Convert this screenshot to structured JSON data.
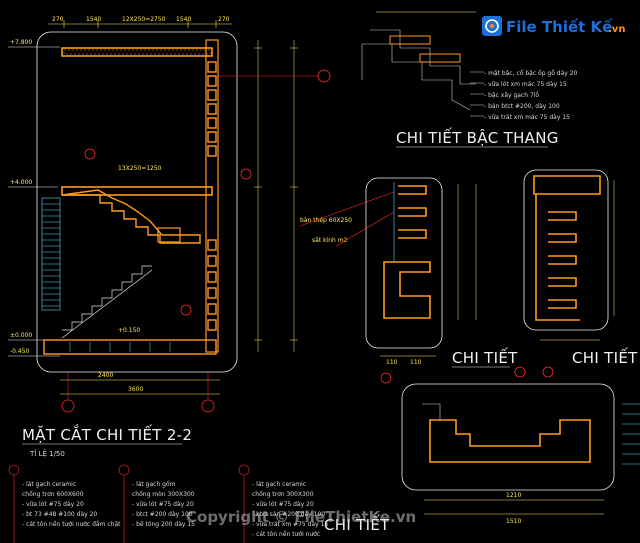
{
  "brand": {
    "name": "File Thiết Kế",
    "suffix": ".vn",
    "copyright": "Copyright © FileThietKe.vn"
  },
  "titles": {
    "section": "MẶT CẮT CHI TIẾT 2-2",
    "scale": "TỈ LỆ 1/50",
    "stair_detail": "CHI TIẾT BẬC THANG",
    "detail_a": "CHI TIẾT",
    "detail_b": "CHI TIẾT",
    "detail_c": "CHI TIẾT"
  },
  "levels": {
    "top": "+7.800",
    "mid": "+4.000",
    "ground": "±0.000",
    "base": "-0.450",
    "landing": "+0.150"
  },
  "dimensions": {
    "top_a": "270",
    "top_b": "1540",
    "top_c": "12X250=2750",
    "top_d": "1540",
    "top_e": "270",
    "stair_run": "13X250=1250",
    "bottom_a": "2400",
    "bottom_b": "3600",
    "d_right_a": "1210",
    "d_right_b": "1510",
    "d_right_c": "110",
    "d_right_d": "110"
  },
  "callouts": {
    "handrail_a": "bản thép 60X250",
    "handrail_b": "sắt kính m2"
  },
  "stair_notes": [
    "- mặt bậc, cổ bậc ốp gỗ dày 20",
    "- vữa lót xm mác 75 dày 15",
    "- bậc xây gạch 7lỗ",
    "- bản btct #200, dày 100",
    "- vữa trát xm mác 75 dày 15"
  ],
  "floor_notes_1": [
    "- lát gạch ceramic",
    "  chống trơn 600X600",
    "- vữa lót #75 dày 20",
    "- bt 73 #48 #100 dày 20",
    "- cát tôn nền tưới nước đầm chặt"
  ],
  "floor_notes_2": [
    "- lát gạch gốm",
    "  chống mòn 300X300",
    "- vữa lót #75 dày 20",
    "- btct #200 dày 100",
    "- bê tông 200 dày 15"
  ],
  "floor_notes_3": [
    "- lát gạch ceramic",
    "  chống trơn 300X300",
    "- vữa lót #75 dày 20",
    "- btct sàn #200 dày 100",
    "- vữa trát xm #75 dày 15",
    "- cát tôn nền tưới nước"
  ],
  "colors": {
    "background": "#000000",
    "concrete": "#ff9a1e",
    "frame": "#f0f0f0",
    "dimension": "#ffe85a",
    "axis": "#ff2a2a",
    "hatch": "#5ad8ff",
    "cut": "#d0d0d0",
    "brand_blue": "#1e6fd8",
    "brand_orange": "#ff8a1e"
  },
  "icons": {
    "logo": "file-thiet-ke-logo-icon"
  }
}
